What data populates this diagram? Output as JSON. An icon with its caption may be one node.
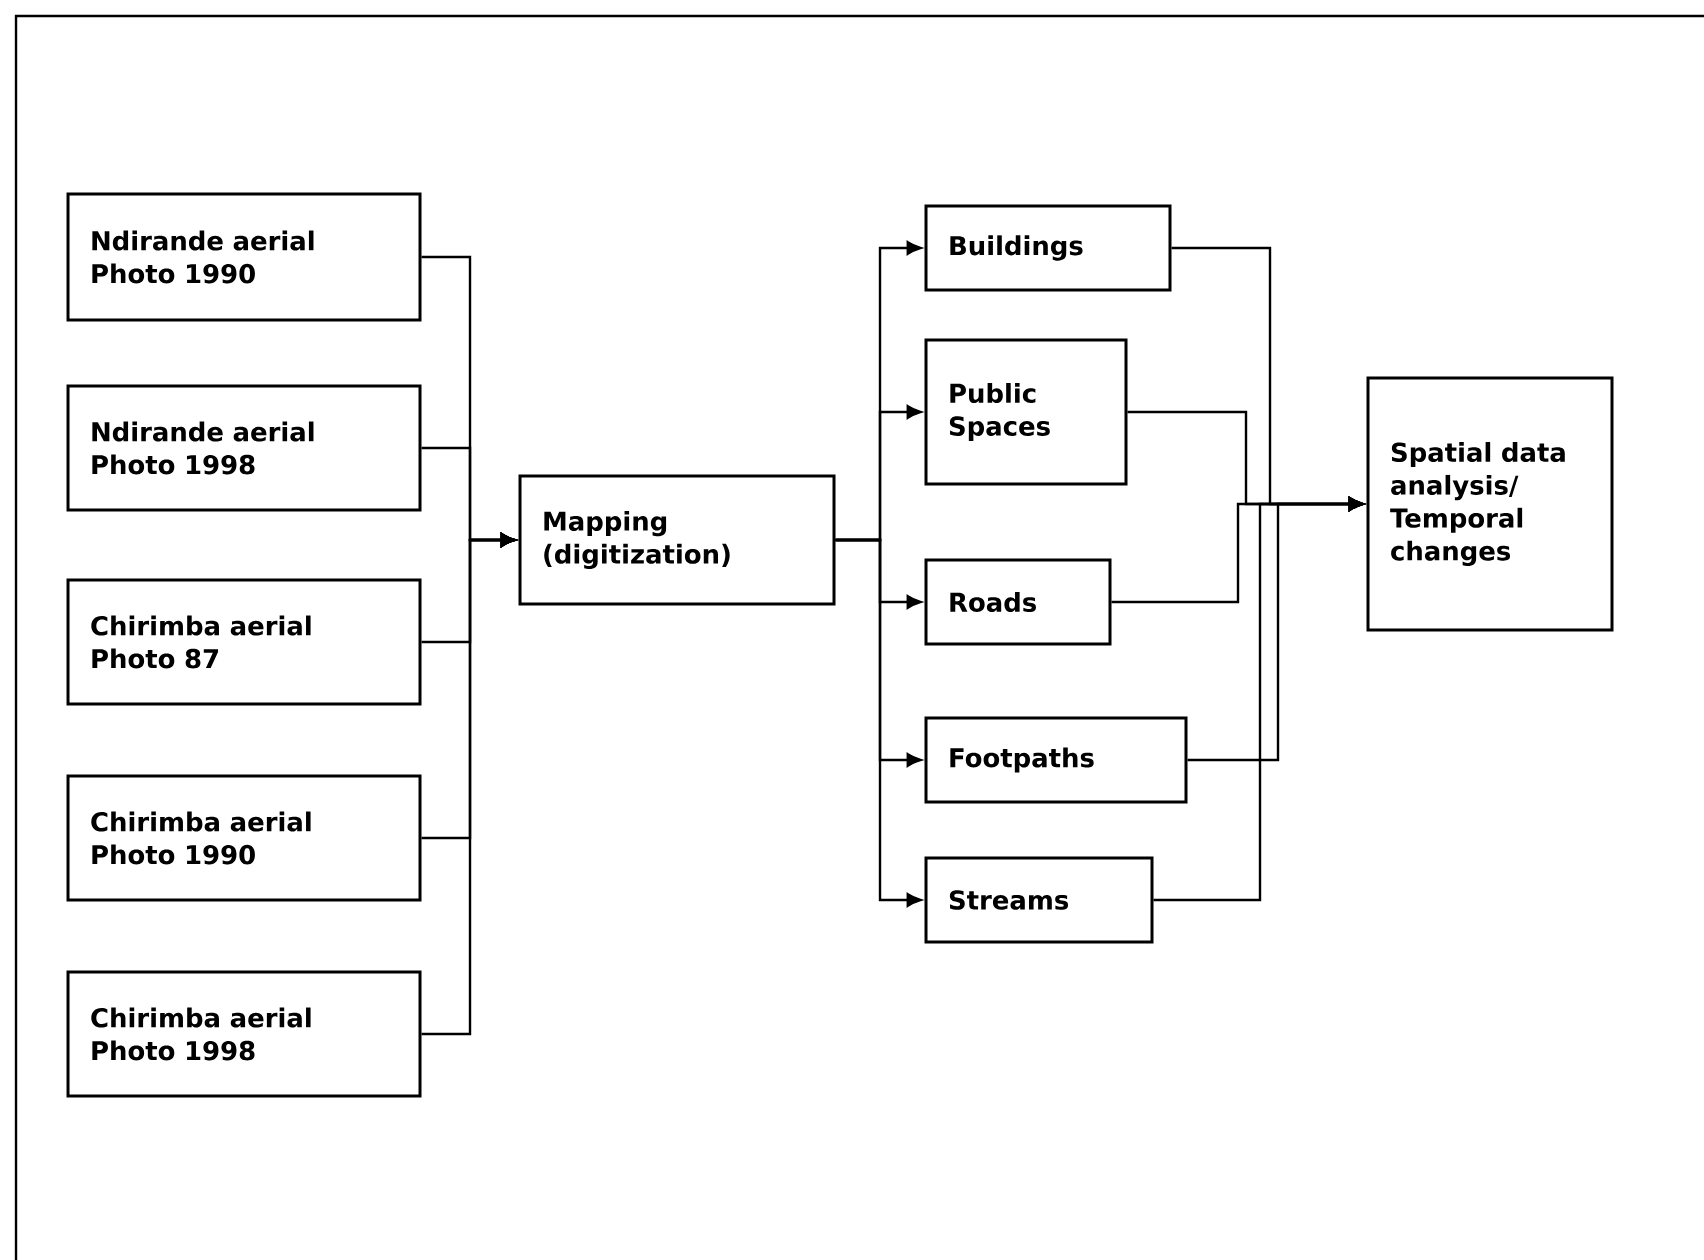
{
  "diagram": {
    "nodes": [
      {
        "text": [
          "Ndirande aerial Photo 1990"
        ]
      },
      {
        "text": [
          "Ndirande aerial Photo 1998"
        ]
      },
      {
        "text": [
          "Chirimba aerial Photo 87"
        ]
      },
      {
        "text": [
          "Chirimba aerial Photo 1990"
        ]
      },
      {
        "text": [
          "Chirimba aerial Photo 1998"
        ]
      },
      {
        "text": [
          "Mapping (digitization)"
        ]
      },
      {
        "text": [
          "Buildings"
        ]
      },
      {
        "text": [
          "Public Spaces"
        ]
      },
      {
        "text": [
          "Roads"
        ]
      },
      {
        "text": [
          "Footpaths"
        ]
      },
      {
        "text": [
          "Streams"
        ]
      },
      {
        "text": [
          "Spatial data analysis/ Temporal changes"
        ]
      }
    ],
    "edges": [
      {
        "from": 0,
        "to": 5,
        "arrow": "to"
      },
      {
        "from": 1,
        "to": 5,
        "arrow": "to"
      },
      {
        "from": 2,
        "to": 5,
        "arrow": "to"
      },
      {
        "from": 3,
        "to": 5,
        "arrow": "to"
      },
      {
        "from": 4,
        "to": 5,
        "arrow": "to"
      },
      {
        "from": 5,
        "to": 6,
        "arrow": "to"
      },
      {
        "from": 5,
        "to": 7,
        "arrow": "to"
      },
      {
        "from": 5,
        "to": 8,
        "arrow": "to"
      },
      {
        "from": 5,
        "to": 9,
        "arrow": "to"
      },
      {
        "from": 5,
        "to": 10,
        "arrow": "to"
      },
      {
        "from": 6,
        "to": 11,
        "arrow": "to"
      },
      {
        "from": 7,
        "to": 11,
        "arrow": "to"
      },
      {
        "from": 8,
        "to": 11,
        "arrow": "to"
      },
      {
        "from": 9,
        "to": 11,
        "arrow": "to"
      },
      {
        "from": 10,
        "to": 11,
        "arrow": "to"
      }
    ]
  }
}
